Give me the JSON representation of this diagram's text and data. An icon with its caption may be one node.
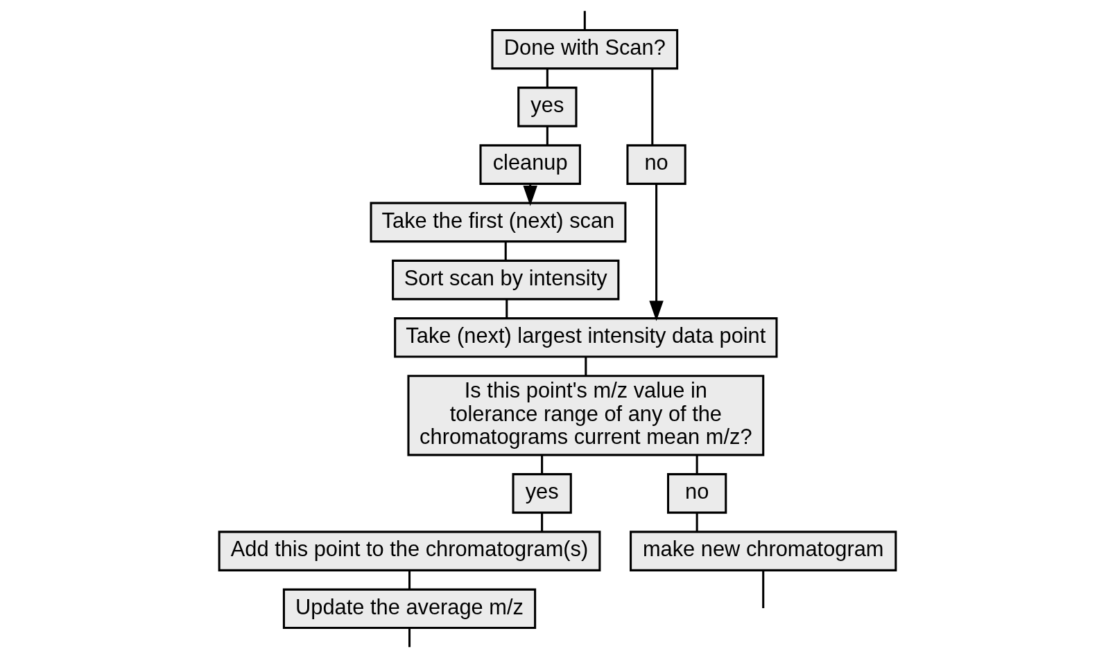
{
  "diagram": {
    "nodes": [
      {
        "text": [
          "Take the first (next) scan"
        ]
      },
      {
        "text": [
          "Sort scan by intensity"
        ]
      },
      {
        "text": [
          "Take (next) largest intensity data point"
        ]
      },
      {
        "text": [
          "Is this point's m/z value in tolerance range of any of the chromatograms current mean m/z?"
        ]
      },
      {
        "text": [
          "yes"
        ]
      },
      {
        "text": [
          "no"
        ]
      },
      {
        "text": [
          "Add this point to the chromatogram(s)"
        ]
      },
      {
        "text": [
          "make new chromatogram"
        ]
      },
      {
        "text": [
          "Update the average m/z"
        ]
      },
      {
        "text": [
          "cleanup"
        ]
      },
      {
        "text": [
          "yes"
        ]
      },
      {
        "text": [
          "no"
        ]
      },
      {
        "text": [
          "Done with Scan?"
        ]
      }
    ],
    "edges": [
      {
        "from": 0,
        "to": 1,
        "arrow": "none"
      },
      {
        "from": 1,
        "to": 2,
        "arrow": "none"
      },
      {
        "from": 2,
        "to": 3,
        "arrow": "none"
      },
      {
        "from": 3,
        "to": 4,
        "arrow": "none"
      },
      {
        "from": 3,
        "to": 5,
        "arrow": "none"
      },
      {
        "from": 4,
        "to": 6,
        "arrow": "none"
      },
      {
        "from": 5,
        "to": 7,
        "arrow": "none"
      },
      {
        "from": 6,
        "to": 8,
        "arrow": "none"
      },
      {
        "from": 8,
        "to": null,
        "arrow": "none"
      },
      {
        "from": 7,
        "to": null,
        "arrow": "none"
      },
      {
        "from": null,
        "to": 12,
        "arrow": "none"
      },
      {
        "from": 12,
        "to": 10,
        "arrow": "none"
      },
      {
        "from": 12,
        "to": 11,
        "arrow": "none"
      },
      {
        "from": 10,
        "to": 9,
        "arrow": "none"
      },
      {
        "from": 9,
        "to": 0,
        "arrow": "to"
      },
      {
        "from": 11,
        "to": 2,
        "arrow": "to"
      }
    ]
  }
}
